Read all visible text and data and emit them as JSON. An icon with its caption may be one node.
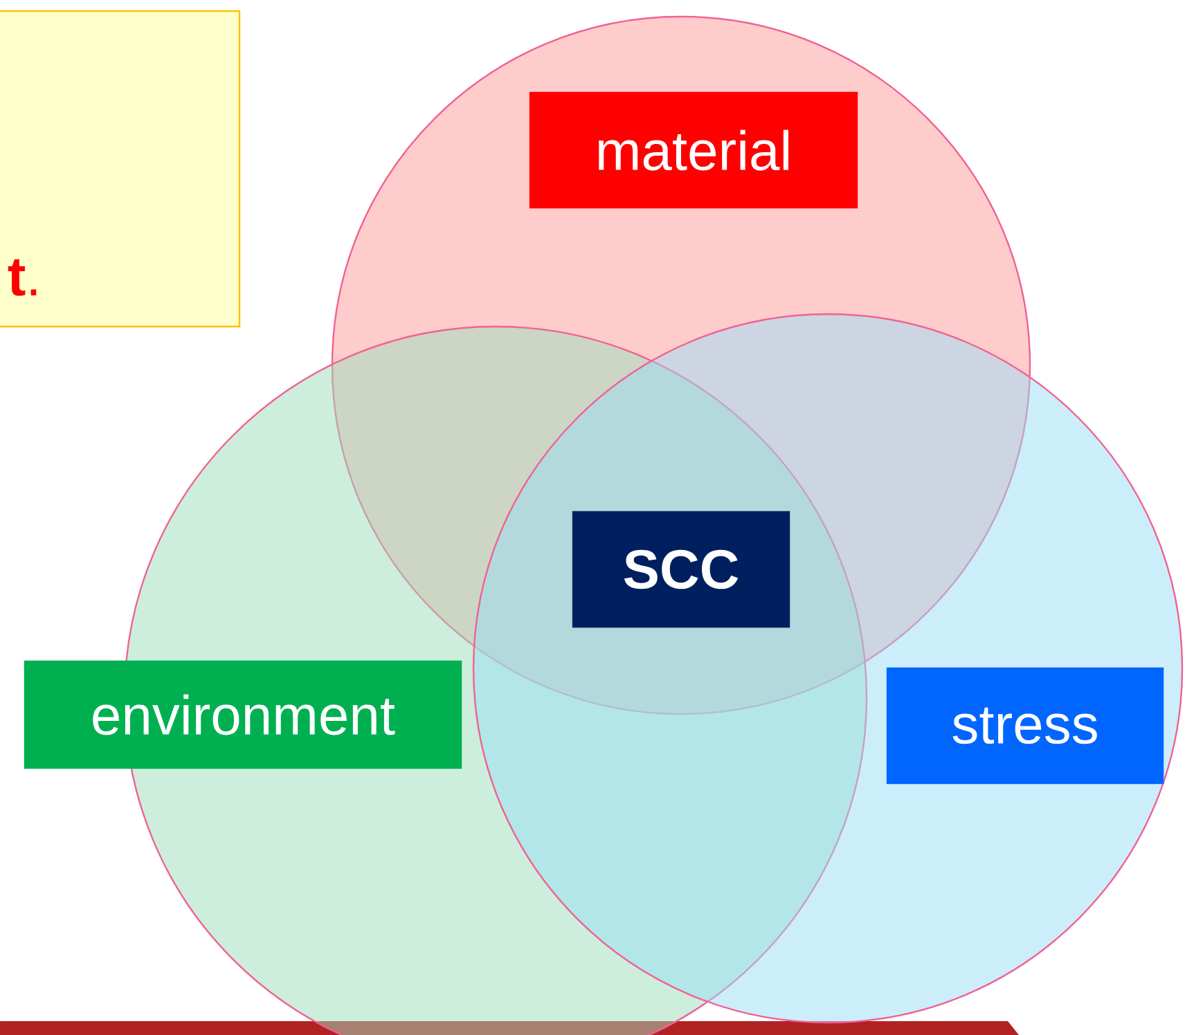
{
  "diagram": {
    "nodes": [
      {
        "text": [
          "**t**."
        ]
      },
      {
        "text": [],
        "shape": "circle"
      },
      {
        "text": [
          "material"
        ],
        "in": 1
      },
      {
        "text": [
          "SCC"
        ]
      },
      {
        "text": [],
        "shape": "circle"
      },
      {
        "text": [
          "environment"
        ]
      },
      {
        "text": [],
        "shape": "circle"
      },
      {
        "text": [
          "stress"
        ],
        "in": 6
      }
    ]
  }
}
